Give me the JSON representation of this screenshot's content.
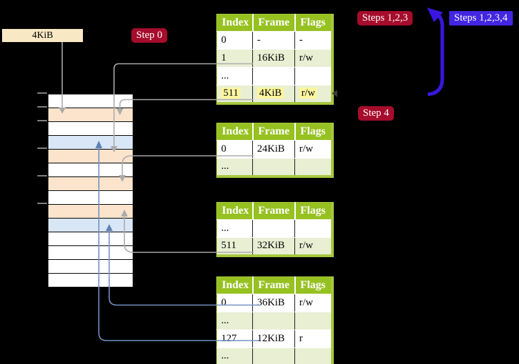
{
  "labels": {
    "frame_size": "4KiB"
  },
  "badges": {
    "step0": "Step 0",
    "steps123": "Steps 1,2,3",
    "steps1234": "Steps 1,2,3,4",
    "step4": "Step 4"
  },
  "colors": {
    "background": "#000000",
    "table_header_green": "#96c121",
    "table_row_green": "#e9efd3",
    "highlight_yellow": "#fcf6a0",
    "frame_row_orange": "#fce4cc",
    "frame_row_blue": "#d9e6f6",
    "badge_red": "#a60c2b",
    "badge_blue": "#4226e2",
    "label_cream": "#f9e8c4",
    "connector_gray": "#ababab",
    "connector_blue": "#7192c2",
    "loop_arrow_blue": "#3b16e0"
  },
  "memory_strip": {
    "row_colors": [
      "white",
      "orange",
      "white",
      "blue",
      "orange",
      "white",
      "orange",
      "white",
      "orange",
      "blue",
      "white",
      "white",
      "white",
      "white"
    ],
    "tick_rows": [
      0,
      1,
      2,
      4,
      6,
      8
    ]
  },
  "tables": [
    {
      "name": "level-4-page-table",
      "headers": [
        "Index",
        "Frame",
        "Flags"
      ],
      "rows": [
        {
          "cells": [
            "0",
            "-",
            "-"
          ],
          "shaded": false,
          "highlight": false
        },
        {
          "cells": [
            "1",
            "16KiB",
            "r/w"
          ],
          "shaded": true,
          "highlight": false
        },
        {
          "cells": [
            "...",
            "",
            ""
          ],
          "shaded": false,
          "highlight": false
        },
        {
          "cells": [
            "511",
            "4KiB",
            "r/w"
          ],
          "shaded": true,
          "highlight": true
        }
      ]
    },
    {
      "name": "level-3-page-table",
      "headers": [
        "Index",
        "Frame",
        "Flags"
      ],
      "rows": [
        {
          "cells": [
            "0",
            "24KiB",
            "r/w"
          ],
          "shaded": false,
          "highlight": false
        },
        {
          "cells": [
            "...",
            "",
            ""
          ],
          "shaded": true,
          "highlight": false
        }
      ]
    },
    {
      "name": "level-2-page-table",
      "headers": [
        "Index",
        "Frame",
        "Flags"
      ],
      "rows": [
        {
          "cells": [
            "...",
            "",
            ""
          ],
          "shaded": false,
          "highlight": false
        },
        {
          "cells": [
            "511",
            "32KiB",
            "r/w"
          ],
          "shaded": true,
          "highlight": false
        }
      ]
    },
    {
      "name": "level-1-page-table",
      "headers": [
        "Index",
        "Frame",
        "Flags"
      ],
      "rows": [
        {
          "cells": [
            "0",
            "36KiB",
            "r/w"
          ],
          "shaded": false,
          "highlight": false
        },
        {
          "cells": [
            "...",
            "",
            ""
          ],
          "shaded": true,
          "highlight": false
        },
        {
          "cells": [
            "127",
            "12KiB",
            "r"
          ],
          "shaded": false,
          "highlight": false
        },
        {
          "cells": [
            "...",
            "",
            ""
          ],
          "shaded": true,
          "highlight": false
        }
      ]
    }
  ]
}
